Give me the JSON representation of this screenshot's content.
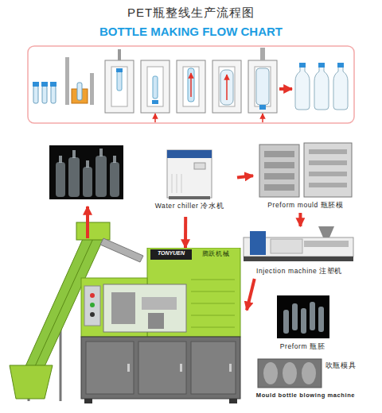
{
  "diagram": {
    "title": "PET瓶整线生产流程图",
    "nodes": [
      {
        "text": [
          "Water chiller 冷水机"
        ]
      },
      {
        "text": [
          "Preform mould 瓶胚模"
        ]
      },
      {
        "text": [
          "Injection machine 注塑机"
        ]
      },
      {
        "text": [
          "Preform 瓶胚"
        ]
      },
      {
        "text": [
          "吹瓶模具",
          "Mould bottle blowing machine"
        ]
      },
      {
        "text": [
          "腾跃机械"
        ]
      }
    ],
    "edges": [
      {
        "from": 0,
        "to": 1,
        "arrow": "to"
      },
      {
        "from": 0,
        "to": 5,
        "arrow": "to"
      },
      {
        "from": 1,
        "to": 2,
        "arrow": "to"
      },
      {
        "from": 2,
        "to": 3,
        "arrow": "to"
      }
    ],
    "labels": [
      "BOTTLE MAKING FLOW CHART",
      "TONYUEN"
    ]
  }
}
